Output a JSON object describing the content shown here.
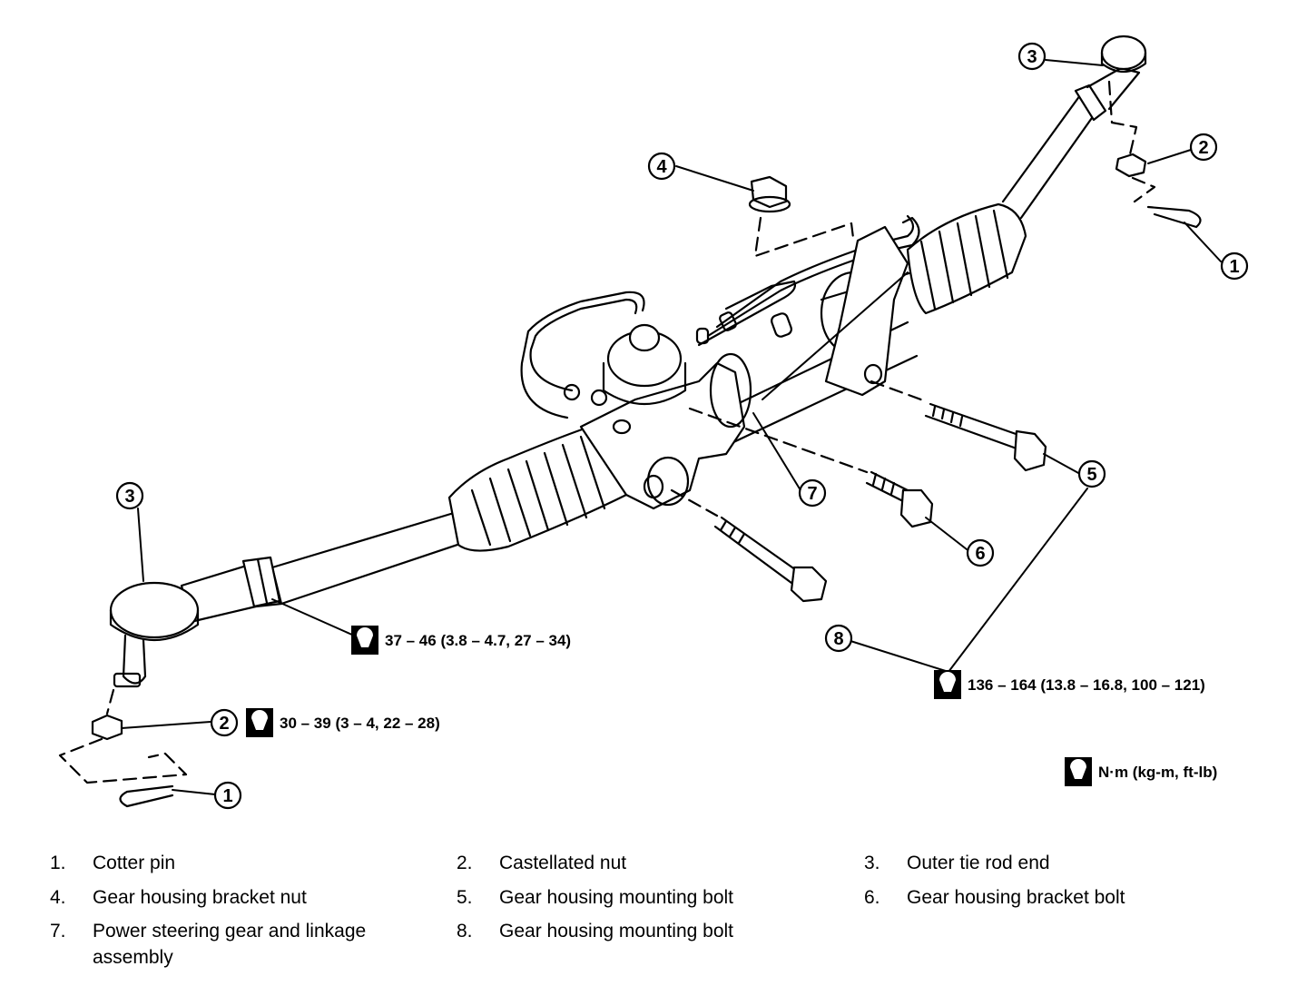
{
  "callouts": [
    "1",
    "2",
    "3",
    "4",
    "5",
    "6",
    "7",
    "8"
  ],
  "torque": {
    "tie_rod": "37 – 46 (3.8 – 4.7, 27 – 34)",
    "castellated": "30 – 39 (3 – 4, 22 – 28)",
    "mounting": "136 – 164 (13.8 – 16.8, 100 – 121)",
    "unit": "N·m (kg-m, ft-lb)"
  },
  "legend": [
    {
      "num": "1.",
      "label": "Cotter pin"
    },
    {
      "num": "2.",
      "label": "Castellated nut"
    },
    {
      "num": "3.",
      "label": "Outer tie rod end"
    },
    {
      "num": "4.",
      "label": "Gear housing bracket nut"
    },
    {
      "num": "5.",
      "label": "Gear housing mounting bolt"
    },
    {
      "num": "6.",
      "label": "Gear housing bracket bolt"
    },
    {
      "num": "7.",
      "label": "Power steering gear and linkage assembly"
    },
    {
      "num": "8.",
      "label": "Gear housing mounting bolt"
    }
  ]
}
